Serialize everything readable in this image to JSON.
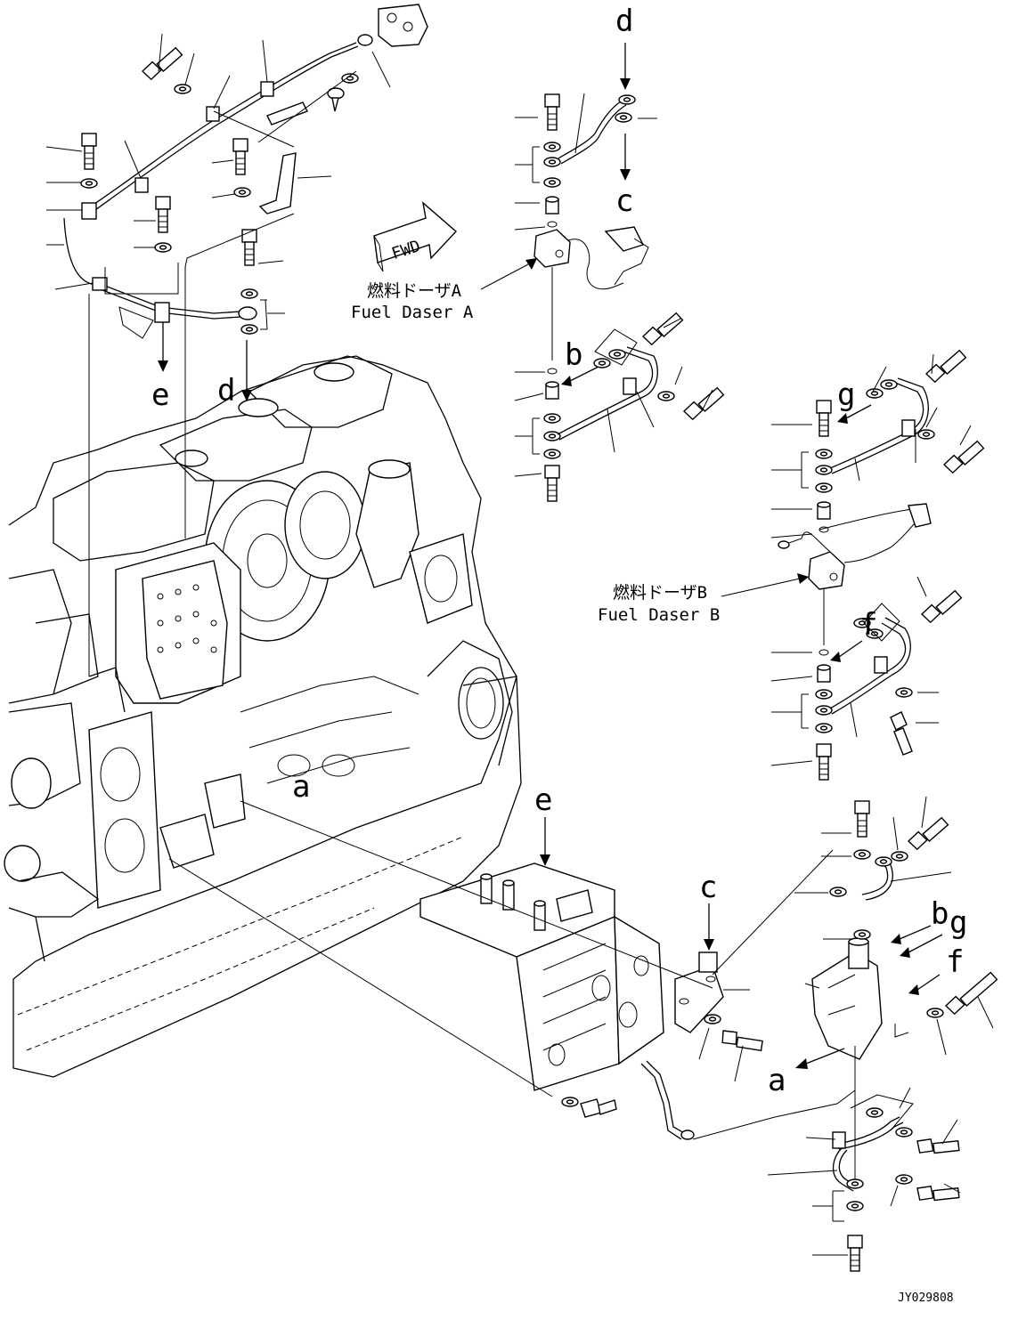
{
  "callouts": {
    "a_engine": "a",
    "a_bracket": "a",
    "b_upper": "b",
    "b_lower": "b",
    "c_upper": "c",
    "c_lower": "c",
    "d_upper": "d",
    "d_engine": "d",
    "e_hose": "e",
    "e_block": "e",
    "f_upper": "f",
    "f_lower": "f",
    "g_upper": "g",
    "g_lower": "g"
  },
  "labels": {
    "fwd": "FWD",
    "doser_a_jp": "燃料ドーザA",
    "doser_a_en": "Fuel Daser A",
    "doser_b_jp": "燃料ドーザB",
    "doser_b_en": "Fuel Daser B"
  },
  "drawing_code": "JY029808"
}
